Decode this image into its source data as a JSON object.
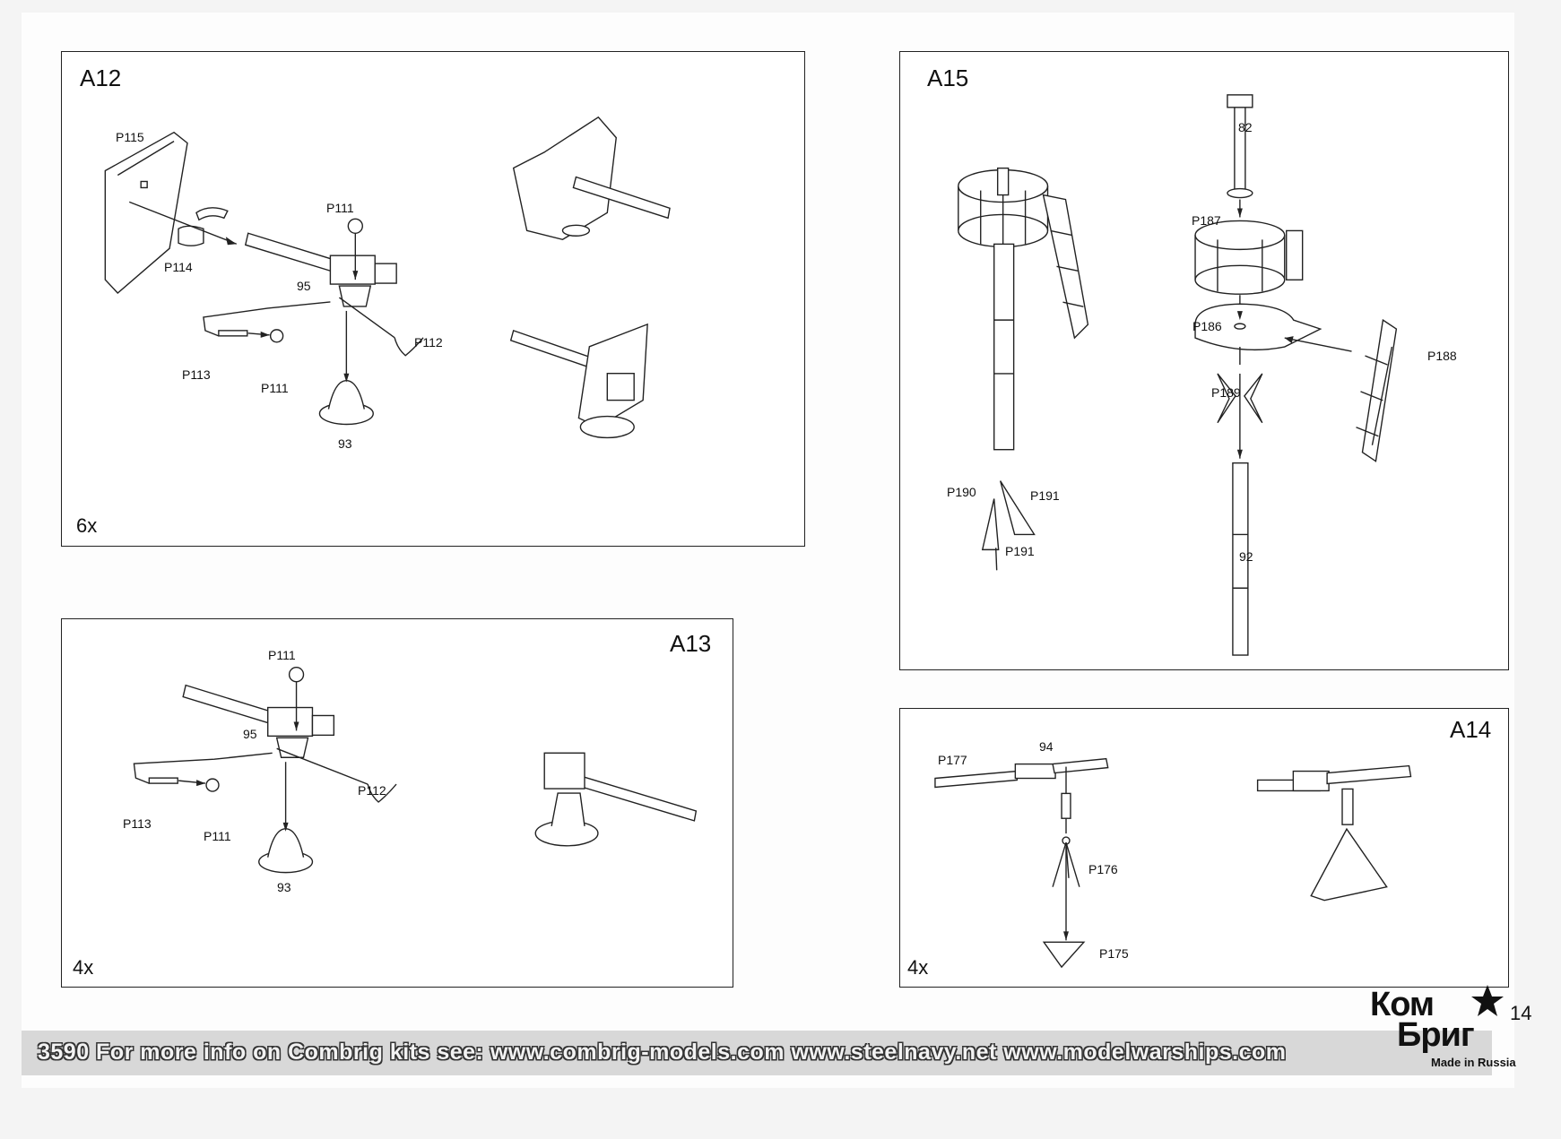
{
  "panels": {
    "a12": {
      "title": "A12",
      "count": "6x",
      "labels": {
        "p115": "P115",
        "p114": "P114",
        "p111a": "P111",
        "n95": "95",
        "p112": "P112",
        "p113": "P113",
        "p111b": "P111",
        "n93": "93"
      }
    },
    "a13": {
      "title": "A13",
      "count": "4x",
      "labels": {
        "p111a": "P111",
        "n95": "95",
        "p112": "P112",
        "p113": "P113",
        "p111b": "P111",
        "n93": "93"
      }
    },
    "a15": {
      "title": "A15",
      "labels": {
        "n82": "82",
        "p187": "P187",
        "p186": "P186",
        "p188": "P188",
        "p189": "P189",
        "p190": "P190",
        "p191a": "P191",
        "p191b": "P191",
        "n92": "92"
      }
    },
    "a14": {
      "title": "A14",
      "count": "4x",
      "labels": {
        "p177": "P177",
        "n94": "94",
        "p176": "P176",
        "p175": "P175"
      }
    }
  },
  "footer": {
    "text": "3590  For more info on Combrig kits see: www.combrig-models.com www.steelnavy.net  www.modelwarships.com"
  },
  "logo": {
    "line1": "Ком",
    "line2": "Бриг",
    "made_in": "Made in Russia"
  },
  "page_number": "14"
}
